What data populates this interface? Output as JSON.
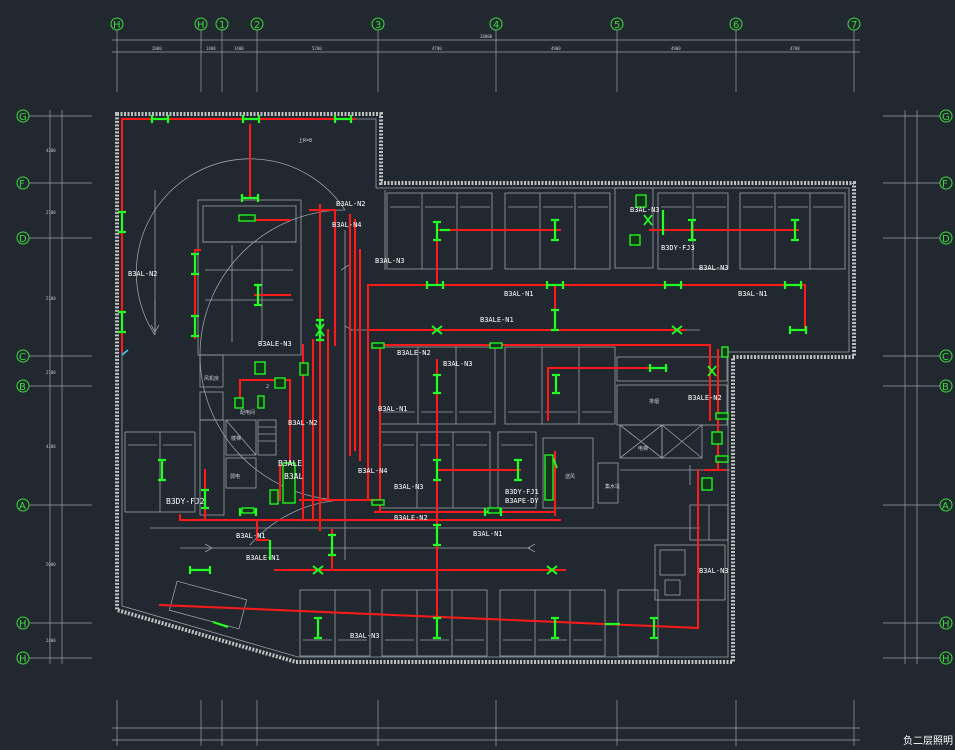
{
  "drawing": {
    "colors": {
      "background": "#212830",
      "wall": "#bfbfbf",
      "thin_line": "#9aa0a6",
      "circuit": "#ff1a1a",
      "fixture": "#22ff22",
      "label": "#ffffff",
      "grid_bubble": "#3ddc3d"
    },
    "title_partial": "负二层照明",
    "grid_top": [
      "H",
      "H",
      "1",
      "2",
      "3",
      "4",
      "5",
      "6",
      "7"
    ],
    "grid_left": [
      "G",
      "F",
      "D",
      "C",
      "B",
      "A",
      "H",
      "H"
    ],
    "grid_right": [
      "G",
      "F",
      "D",
      "C",
      "B",
      "A",
      "H",
      "H"
    ],
    "dims_top": [
      "2800",
      "1400",
      "1400",
      "5200",
      "4700",
      "4900",
      "4900",
      "4700",
      "28000"
    ],
    "dims_left": [
      "4200",
      "2700",
      "5100",
      "2700",
      "4100",
      "5000",
      "2400"
    ],
    "panel_labels": [
      "B3AL-N2",
      "B3AL-N2",
      "B3AL-N4",
      "B3AL-N3",
      "B3AL-N3",
      "B3DY-FJ3",
      "B3AL-N3",
      "B3AL-N1",
      "B3AL-N1",
      "B3ALE-N1",
      "B3ALE-N3",
      "B3ALE-N2",
      "B3AL-N3",
      "B3ALE-N2",
      "B3AL-N1",
      "B3AL-N2",
      "B3ALE",
      "B3AL",
      "B3AL-N4",
      "B3AL-N3",
      "B3ALE-N2",
      "B3DY-FJ1",
      "B3APE-DY",
      "B3AL-N1",
      "B3DY-FJ2",
      "B3AL-N1",
      "B3ALE-N1",
      "B3AL-N3",
      "B3AL-N3"
    ],
    "room_labels": [
      "风机房",
      "配电间",
      "弱电",
      "楼梯",
      "排烟",
      "电梯",
      "集水坑",
      "送风"
    ],
    "misc_notes": [
      "上R=8",
      "2"
    ]
  }
}
